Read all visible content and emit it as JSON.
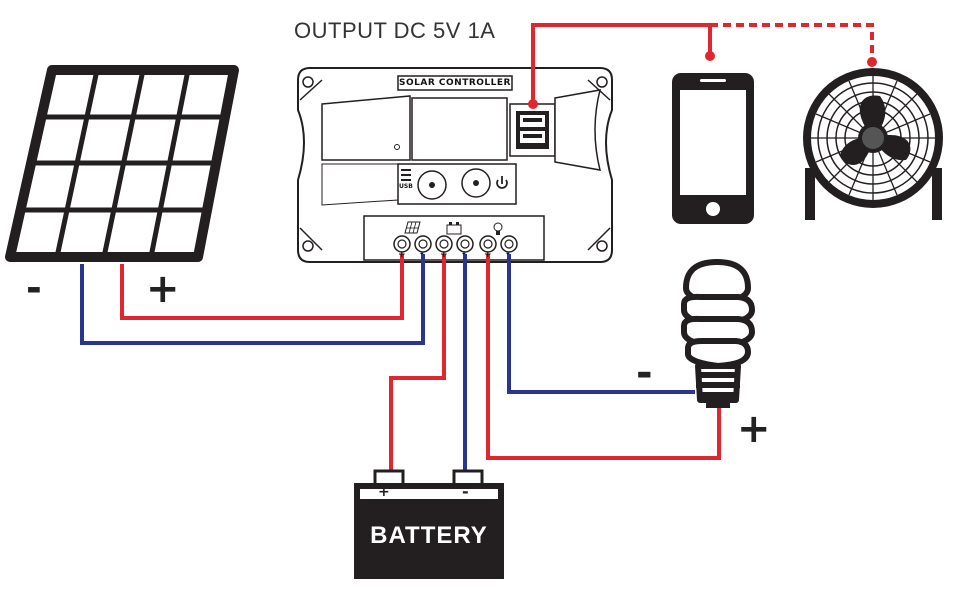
{
  "labels": {
    "output": "OUTPUT DC 5V 1A",
    "controller": "SOLAR CONTROLLER",
    "usb": "USB",
    "battery": "BATTERY"
  },
  "signs": {
    "panel_negative": "-",
    "panel_positive": "+",
    "bulb_negative": "-",
    "bulb_positive": "+",
    "battery_positive": "+",
    "battery_negative": "-"
  },
  "terminal_marks": [
    "+",
    "-",
    "+",
    "-",
    "+",
    "-"
  ],
  "colors": {
    "positive_wire": "#e0262e",
    "negative_wire": "#2a3590",
    "outline": "#231f20"
  },
  "icons": [
    "solar-panel-icon",
    "phone-icon",
    "fan-icon",
    "bulb-icon",
    "battery-icon",
    "power-icon"
  ]
}
